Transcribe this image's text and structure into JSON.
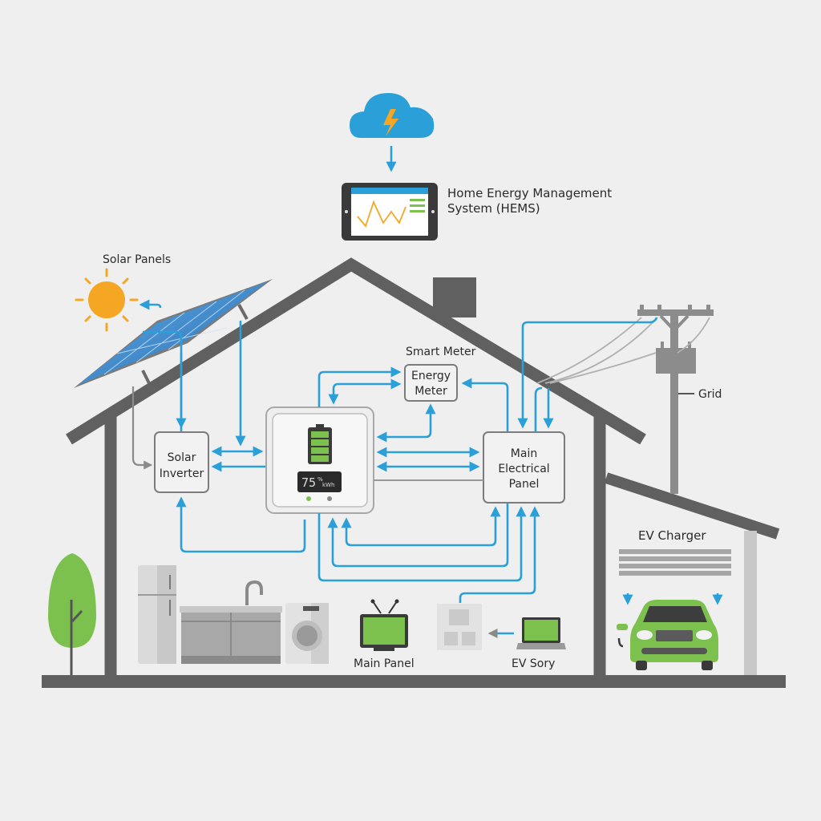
{
  "title": "Home Energy Management System (HEMS)",
  "labels": {
    "hems_line1": "Home Energy Management",
    "hems_line2": "System (HEMS)",
    "solar_panels": "Solar Panels",
    "smart_meter": "Smart Meter",
    "energy_meter_line1": "Energy",
    "energy_meter_line2": "Meter",
    "solar_inverter_line1": "Solar",
    "solar_inverter_line2": "Inverter",
    "main_panel_line1": "Main",
    "main_panel_line2": "Electrical",
    "main_panel_line3": "Panel",
    "grid": "Grid",
    "ev_charger": "EV Charger",
    "tv_label": "Main Panel",
    "laptop_label": "EV Sory"
  },
  "battery": {
    "display_value": "75",
    "display_unit": "%",
    "display_suffix": "kWh",
    "charge_level_bars": 4
  },
  "icons": {
    "cloud": "cloud-icon",
    "lightning": "lightning-icon",
    "tablet": "tablet-dashboard-icon",
    "sun": "sun-icon",
    "solar_panel": "solar-panel-icon",
    "battery": "battery-icon",
    "utility_pole": "utility-pole-icon",
    "car": "electric-car-icon",
    "tv": "tv-icon",
    "outlet": "power-outlet-icon",
    "laptop": "laptop-icon",
    "fridge": "refrigerator-icon",
    "kitchen": "kitchen-sink-icon",
    "washer": "washing-machine-icon",
    "tree": "tree-icon"
  },
  "colors": {
    "flow": "#2a9fd8",
    "cloud": "#2a9fd8",
    "lightning": "#f5a623",
    "sun": "#f5a623",
    "green": "#7cc14e",
    "house": "#606060"
  }
}
